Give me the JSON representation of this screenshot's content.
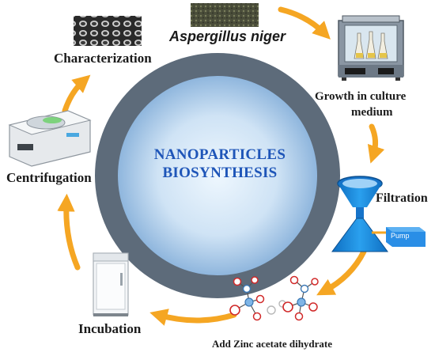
{
  "center": {
    "line1": "NANOPARTICLES",
    "line2": "BIOSYNTHESIS"
  },
  "organism_label": "Aspergillus niger",
  "steps": {
    "characterization": "Characterization",
    "growth_line1": "Growth in culture",
    "growth_line2": "medium",
    "filtration": "Filtration",
    "pump": "Pump",
    "zinc": "Add Zinc acetate dihydrate",
    "incubation": "Incubation",
    "centrifugation": "Centrifugation"
  },
  "colors": {
    "arrow": "#f5a623",
    "ring": "#5d6b7a",
    "inner_center": "#e8f3fc",
    "inner_edge": "#8fb6dd",
    "title": "#1e55b8",
    "funnel": "#1f8fe0",
    "pump": "#2a8ee6"
  }
}
